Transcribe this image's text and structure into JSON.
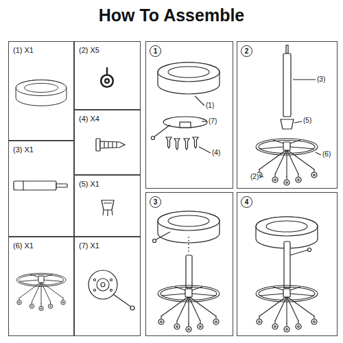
{
  "diagram": {
    "title": "How To Assemble",
    "nodes": [
      {
        "text": [
          "(1) X1"
        ]
      },
      {
        "text": [
          "(2) X5"
        ]
      },
      {
        "text": [
          "(4) X4"
        ]
      },
      {
        "text": [
          "(3) X1"
        ]
      },
      {
        "text": [
          "(5) X1"
        ]
      },
      {
        "text": [
          "(6) X1"
        ]
      },
      {
        "text": [
          "(7) X1"
        ]
      },
      {
        "text": [
          "1"
        ]
      },
      {
        "text": [
          "2"
        ]
      },
      {
        "text": [
          "3"
        ]
      },
      {
        "text": [
          "4"
        ]
      }
    ],
    "labels": [
      "(1)",
      "(7)",
      "(4)",
      "(3)",
      "(5)",
      "(6)",
      "(2)"
    ]
  }
}
